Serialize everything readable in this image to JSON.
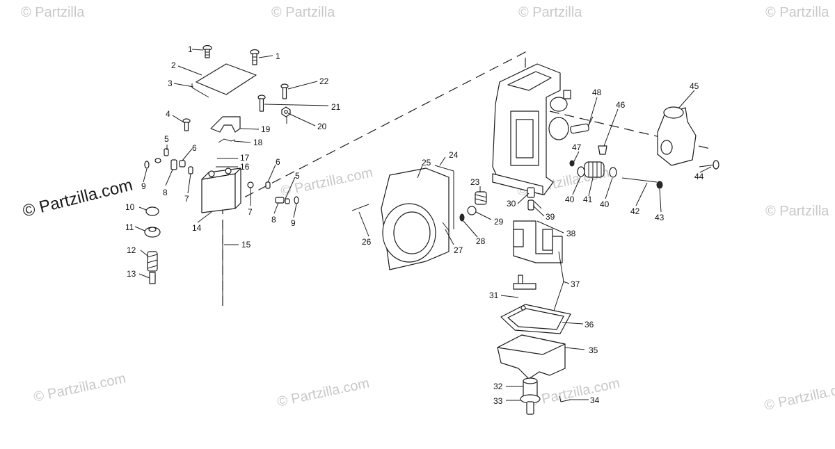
{
  "watermark": {
    "site_text": "© Partzilla.com",
    "brand_text": "© Partzilla.com",
    "edge_text": "© Partzilla",
    "color": "#c8c8c8",
    "brand_color": "#1a1a1a"
  },
  "callouts": [
    "1",
    "1",
    "2",
    "3",
    "22",
    "21",
    "20",
    "4",
    "19",
    "18",
    "5",
    "6",
    "17",
    "16",
    "9",
    "8",
    "7",
    "6",
    "5",
    "10",
    "11",
    "12",
    "13",
    "14",
    "15",
    "7",
    "8",
    "9",
    "24",
    "25",
    "23",
    "26",
    "27",
    "28",
    "29",
    "30",
    "39",
    "38",
    "37",
    "31",
    "36",
    "35",
    "32",
    "33",
    "34",
    "48",
    "47",
    "46",
    "45",
    "44",
    "40",
    "41",
    "40",
    "42",
    "43"
  ]
}
